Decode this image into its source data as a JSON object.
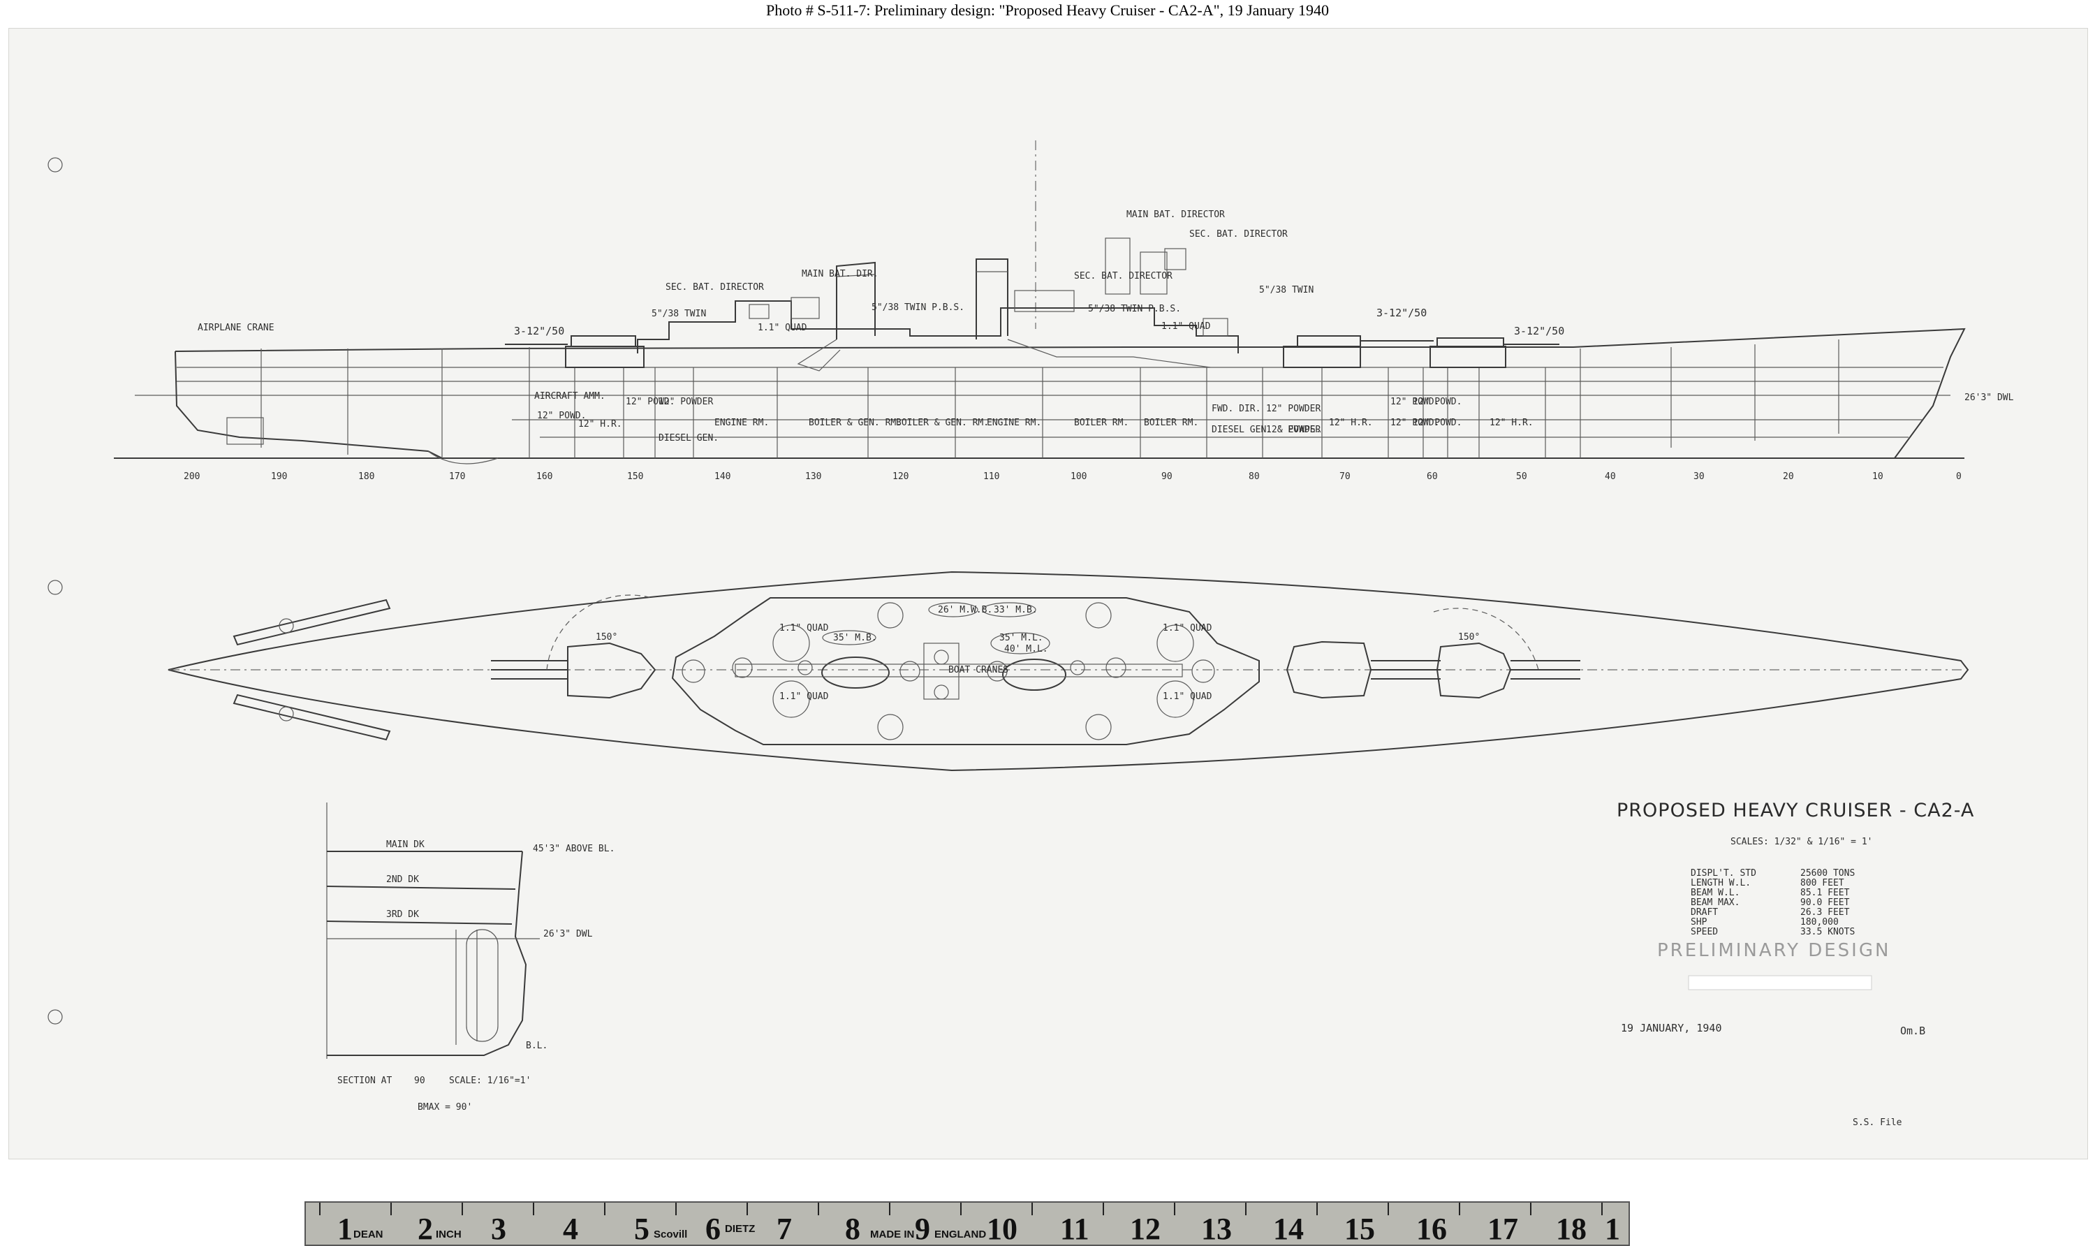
{
  "caption": "Photo # S-511-7:   Preliminary design:  \"Proposed Heavy Cruiser - CA2-A\", 19 January 1940",
  "profile": {
    "labels": {
      "airplane_crane": "AIRPLANE CRANE",
      "main_bat_director": "MAIN BAT. DIRECTOR",
      "sec_bat_director_aft": "SEC. BAT. DIRECTOR",
      "sec_bat_director_fwd": "SEC. BAT. DIRECTOR",
      "main_bat_dir": "MAIN BAT. DIR.",
      "sec_bat_director_left": "SEC. BAT. DIRECTOR",
      "twin_538_left": "5\"/38 TWIN",
      "twin_538_right": "5\"/38 TWIN",
      "twin_538_pbs_1": "5\"/38 TWIN P.B.S.",
      "twin_538_pbs_2": "5\"/38 TWIN P.B.S.",
      "quad_11_1": "1.1\" QUAD",
      "quad_11_2": "1.1\" QUAD",
      "turret_aft": "3-12\"/50",
      "turret_fwd_1": "3-12\"/50",
      "turret_fwd_2": "3-12\"/50",
      "dwl": "26'3\" DWL"
    },
    "compartments": [
      "AIRCRAFT AMM.",
      "12\" POWD.",
      "12\" H.R.",
      "12\" POWD.",
      "12\" POWDER",
      "DIESEL GEN.",
      "ENGINE RM.",
      "BOILER & GEN. RM.",
      "BOILER & GEN. RM.",
      "ENGINE RM.",
      "BOILER RM.",
      "BOILER RM.",
      "FWD. DIR.",
      "DIESEL GEN. & EVAPS.",
      "12\" POWDER",
      "12\" POWDER",
      "12\" H.R.",
      "12\" POWD.",
      "12\" POWD.",
      "12\" POWD.",
      "12\" POWD.",
      "12\" H.R."
    ],
    "frames": [
      "200",
      "190",
      "180",
      "170",
      "160",
      "150",
      "140",
      "130",
      "120",
      "110",
      "100",
      "90",
      "80",
      "70",
      "60",
      "50",
      "40",
      "30",
      "20",
      "10",
      "0"
    ]
  },
  "plan": {
    "labels": {
      "arc_aft": "150°",
      "arc_fwd": "150°",
      "quad_1": "1.1\" QUAD",
      "quad_2": "1.1\" QUAD",
      "quad_3": "1.1\" QUAD",
      "quad_4": "1.1\" QUAD",
      "boat_cranes": "BOAT CRANES",
      "boat_26": "26' M.W.B.",
      "boat_33": "33' M.B.",
      "boat_35": "35' M.B.",
      "boat_35ml": "35' M.L.",
      "boat_40": "40' M.L."
    }
  },
  "section": {
    "main_dk": "MAIN DK",
    "main_dk_note": "45'3\" ABOVE BL.",
    "second_dk": "2ND DK",
    "third_dk": "3RD DK",
    "dwl": "26'3\" DWL",
    "bl": "B.L.",
    "title": "SECTION AT",
    "station": "90",
    "scale": "SCALE: 1/16\"=1'",
    "beam": "BMAX = 90'"
  },
  "title_block": {
    "title": "PROPOSED HEAVY CRUISER - CA2-A",
    "scales": "SCALES: 1/32\" & 1/16\" = 1'",
    "specs": [
      {
        "label": "DISPL'T. STD",
        "value": "25600 TONS"
      },
      {
        "label": "LENGTH W.L.",
        "value": "800 FEET"
      },
      {
        "label": "BEAM W.L.",
        "value": "85.1 FEET"
      },
      {
        "label": "BEAM MAX.",
        "value": "90.0 FEET"
      },
      {
        "label": "DRAFT",
        "value": "26.3 FEET"
      },
      {
        "label": "SHP",
        "value": "180,000"
      },
      {
        "label": "SPEED",
        "value": "33.5 KNOTS"
      }
    ],
    "stamp": "PRELIMINARY DESIGN",
    "date": "19 JANUARY, 1940",
    "initials": "Om.B",
    "file_note": "S.S. File"
  },
  "ruler": {
    "numbers": [
      "1",
      "2",
      "3",
      "4",
      "5",
      "6",
      "7",
      "8",
      "9",
      "10",
      "11",
      "12",
      "13",
      "14",
      "15",
      "16",
      "17",
      "18",
      "1"
    ],
    "brand_1": "DEAN",
    "brand_2": "INCH",
    "brand_3": "Scovill",
    "brand_4": "DIETZ",
    "brand_5": "MADE IN",
    "brand_6": "ENGLAND"
  }
}
